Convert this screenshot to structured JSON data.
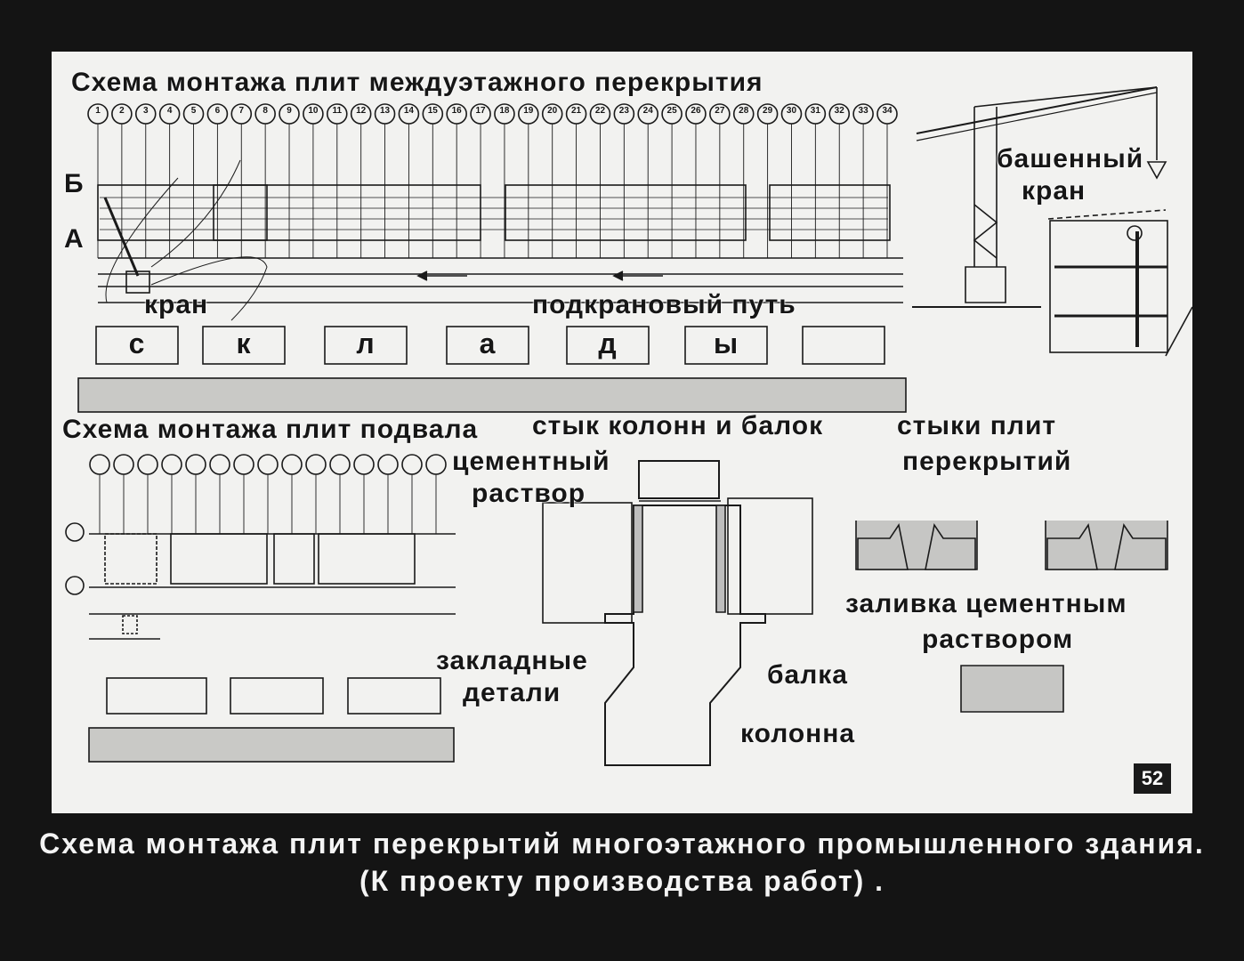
{
  "title_top": "Схема монтажа плит междуэтажного перекрытия",
  "axis_numbers": [
    "1",
    "2",
    "3",
    "4",
    "5",
    "6",
    "7",
    "8",
    "9",
    "10",
    "11",
    "12",
    "13",
    "14",
    "15",
    "16",
    "17",
    "18",
    "19",
    "20",
    "21",
    "22",
    "23",
    "24",
    "25",
    "26",
    "27",
    "28",
    "29",
    "30",
    "31",
    "32",
    "33",
    "34"
  ],
  "row_letters": [
    "Б",
    "А"
  ],
  "label_crane": "кран",
  "label_crane_track": "подкрановый путь",
  "warehouse_letters": [
    "с",
    "к",
    "л",
    "а",
    "д",
    "ы",
    ""
  ],
  "label_tower_crane": [
    "башенный",
    "кран"
  ],
  "title_basement": "Схема монтажа плит подвала",
  "title_joint_columns": "стык колонн и балок",
  "title_joint_slabs": [
    "стыки плит",
    "перекрытий"
  ],
  "label_cement_mortar": [
    "цементный",
    "раствор"
  ],
  "label_embedded": [
    "закладные",
    "детали"
  ],
  "label_beam": "балка",
  "label_column": "колонна",
  "label_grouting": "заливка цементным",
  "label_grouting2": "раствором",
  "page_number": "52",
  "caption_line1": "Схема монтажа плит перекрытий многоэтажного промышленного здания.",
  "caption_line2": "(К проекту производства работ) ."
}
